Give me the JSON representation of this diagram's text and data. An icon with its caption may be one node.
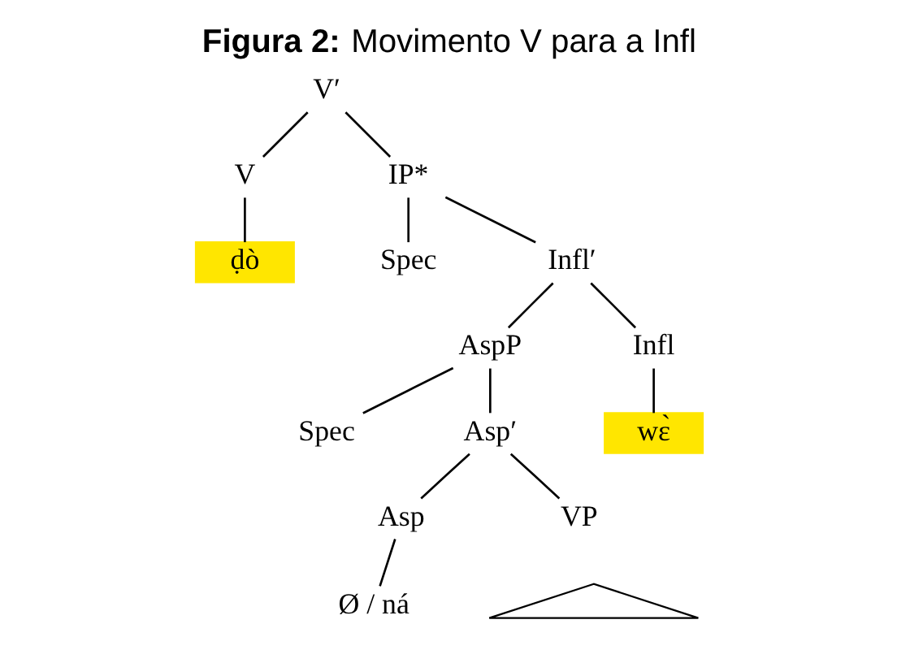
{
  "diagram": {
    "title": "**Figura 2:** Movimento V para a Infl",
    "nodes": [
      {
        "text": [
          "V′"
        ]
      },
      {
        "text": [
          "V"
        ]
      },
      {
        "text": [
          "IP*"
        ]
      },
      {
        "text": [
          "ḍò"
        ]
      },
      {
        "text": [
          "Spec"
        ]
      },
      {
        "text": [
          "Infl′"
        ]
      },
      {
        "text": [
          "AspP"
        ]
      },
      {
        "text": [
          "Infl"
        ]
      },
      {
        "text": [
          "Spec"
        ]
      },
      {
        "text": [
          "Asp′"
        ]
      },
      {
        "text": [
          "wɛ̀"
        ]
      },
      {
        "text": [
          "Asp"
        ]
      },
      {
        "text": [
          "VP"
        ]
      },
      {
        "text": [
          "Ø / ná"
        ]
      },
      {
        "text": [],
        "shape": "triangle"
      }
    ],
    "edges": [
      {
        "from": 0,
        "to": 1,
        "arrow": "none"
      },
      {
        "from": 0,
        "to": 2,
        "arrow": "none"
      },
      {
        "from": 1,
        "to": 3,
        "arrow": "none"
      },
      {
        "from": 2,
        "to": 4,
        "arrow": "none"
      },
      {
        "from": 2,
        "to": 5,
        "arrow": "none"
      },
      {
        "from": 5,
        "to": 6,
        "arrow": "none"
      },
      {
        "from": 5,
        "to": 7,
        "arrow": "none"
      },
      {
        "from": 6,
        "to": 8,
        "arrow": "none"
      },
      {
        "from": 6,
        "to": 9,
        "arrow": "none"
      },
      {
        "from": 7,
        "to": 10,
        "arrow": "none"
      },
      {
        "from": 9,
        "to": 11,
        "arrow": "none"
      },
      {
        "from": 9,
        "to": 12,
        "arrow": "none"
      },
      {
        "from": 11,
        "to": 13,
        "arrow": "none"
      }
    ]
  }
}
